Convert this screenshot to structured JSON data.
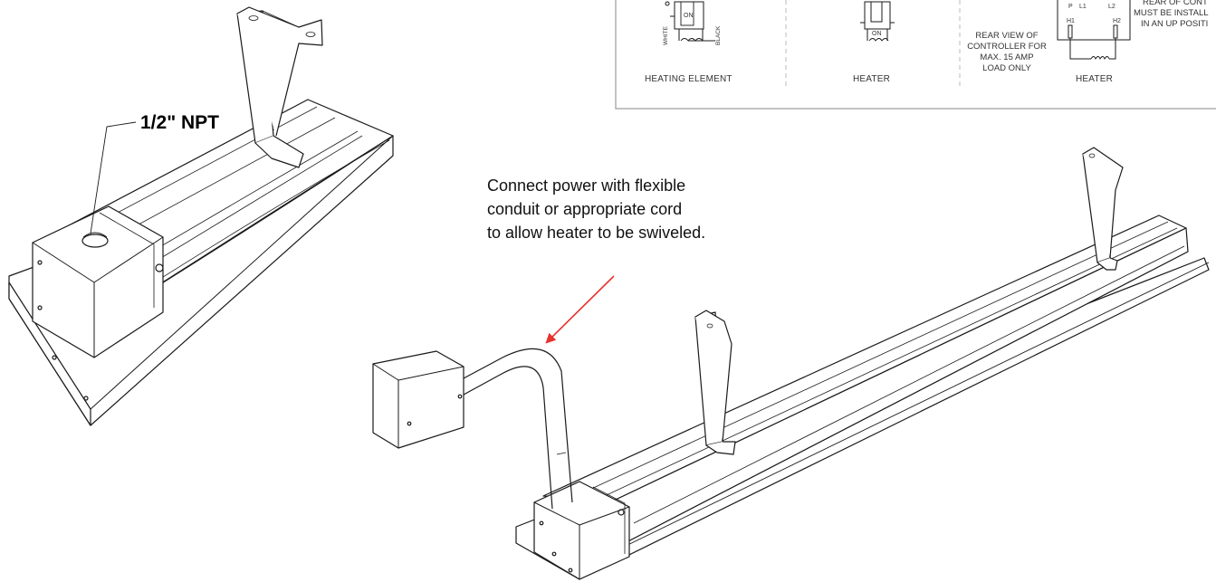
{
  "diagram": {
    "npt_label": "1/2\" NPT",
    "instruction": {
      "line1": "Connect power with flexible",
      "line2": "conduit or appropriate cord",
      "line3": "to allow heater to be swiveled."
    },
    "wiring_panel": {
      "panel1_caption": "HEATING ELEMENT",
      "panel1_left_wire": "WHITE",
      "panel1_right_wire": "BLACK",
      "switch_label": "ON",
      "panel2_caption": "HEATER",
      "panel3_text_line1": "REAR VIEW OF",
      "panel3_text_line2": "CONTROLLER FOR",
      "panel3_text_line3": "MAX. 15 AMP",
      "panel3_text_line4": "LOAD ONLY",
      "panel4_caption": "HEATER",
      "terminal_p": "P",
      "terminal_l1": "L1",
      "terminal_l2": "L2",
      "terminal_h1": "H1",
      "terminal_h2": "H2",
      "note_line1": "REAR OF CONT",
      "note_line2": "MUST BE INSTALL",
      "note_line3": "IN AN UP POSITI"
    },
    "colors": {
      "line": "#1a1a1a",
      "arrow": "#e8322d",
      "panel_border": "#999999"
    }
  }
}
